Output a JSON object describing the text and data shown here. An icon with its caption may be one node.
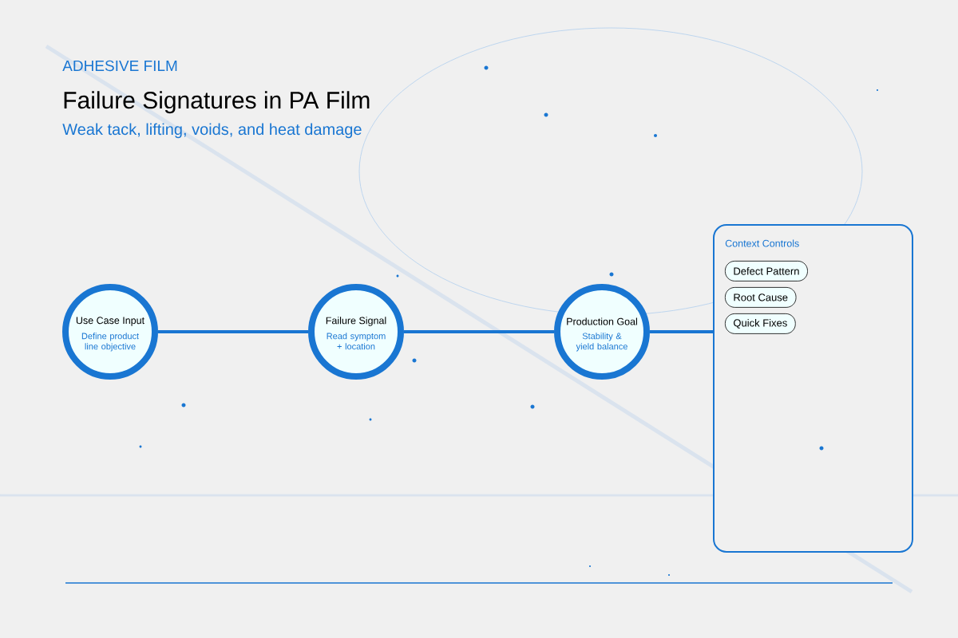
{
  "diagram": {
    "title": "Failure Signatures in PA Film",
    "nodes": [
      {
        "text": [
          "Use Case Input",
          "Define product line objective"
        ]
      },
      {
        "text": [
          "Failure Signal",
          "Read symptom + location"
        ]
      },
      {
        "text": [
          "Production Goal",
          "Stability & yield balance"
        ]
      },
      {
        "text": [
          "Context Controls"
        ]
      },
      {
        "text": [
          "Defect Pattern"
        ],
        "in": 3
      },
      {
        "text": [
          "Root Cause"
        ],
        "in": 3
      },
      {
        "text": [
          "Quick Fixes"
        ],
        "in": 3
      }
    ],
    "edges": [
      {
        "from": 0,
        "to": 1,
        "arrow": "none"
      },
      {
        "from": 1,
        "to": 2,
        "arrow": "none"
      },
      {
        "from": 2,
        "to": 3,
        "arrow": "none"
      }
    ],
    "labels": [
      "ADHESIVE FILM",
      "Weak tack, lifting, voids, and heat damage"
    ]
  }
}
